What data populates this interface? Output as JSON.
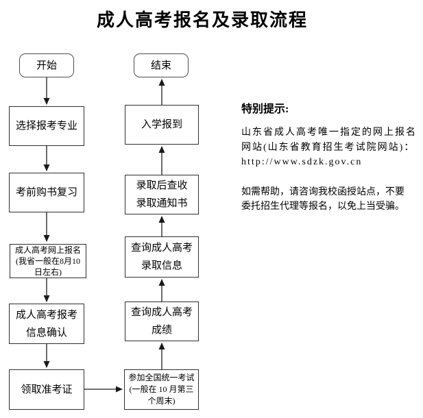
{
  "title": "成人高考报名及录取流程",
  "flowchart": {
    "nodes": [
      {
        "id": "start",
        "label": "开始"
      },
      {
        "id": "choose-major",
        "label": "选择报考专业"
      },
      {
        "id": "buy-books",
        "label": "考前购书复习"
      },
      {
        "id": "online-register",
        "label": "成人高考网上报名\n(我省一般在8月10\n日左右)"
      },
      {
        "id": "confirm-info",
        "label": "成人高考报考\n信息确认"
      },
      {
        "id": "get-ticket",
        "label": "领取准考证"
      },
      {
        "id": "take-exam",
        "label": "参加全国统一考试\n(一般在 10 月第三\n个周末)"
      },
      {
        "id": "check-score",
        "label": "查询成人高考\n成绩"
      },
      {
        "id": "check-admission",
        "label": "查询成人高考\n录取信息"
      },
      {
        "id": "receive-letter",
        "label": "录取后查收\n录取通知书"
      },
      {
        "id": "enroll",
        "label": "入学报到"
      },
      {
        "id": "end",
        "label": "结束"
      }
    ]
  },
  "note": {
    "heading": "特别提示:",
    "registration": "山东省成人高考唯一指定的网上报名\n网站(山东省教育招生考试院网站)：\nhttp://www.sdzk.gov.cn",
    "warning": "如需帮助，请咨询我校函授站点，不要\n委托招生代理等报名，以免上当受骗。"
  },
  "colors": {
    "background": "#ffffff",
    "text": "#000000",
    "box_border": "#2e2e2e",
    "arrow": "#1a1a1a"
  }
}
